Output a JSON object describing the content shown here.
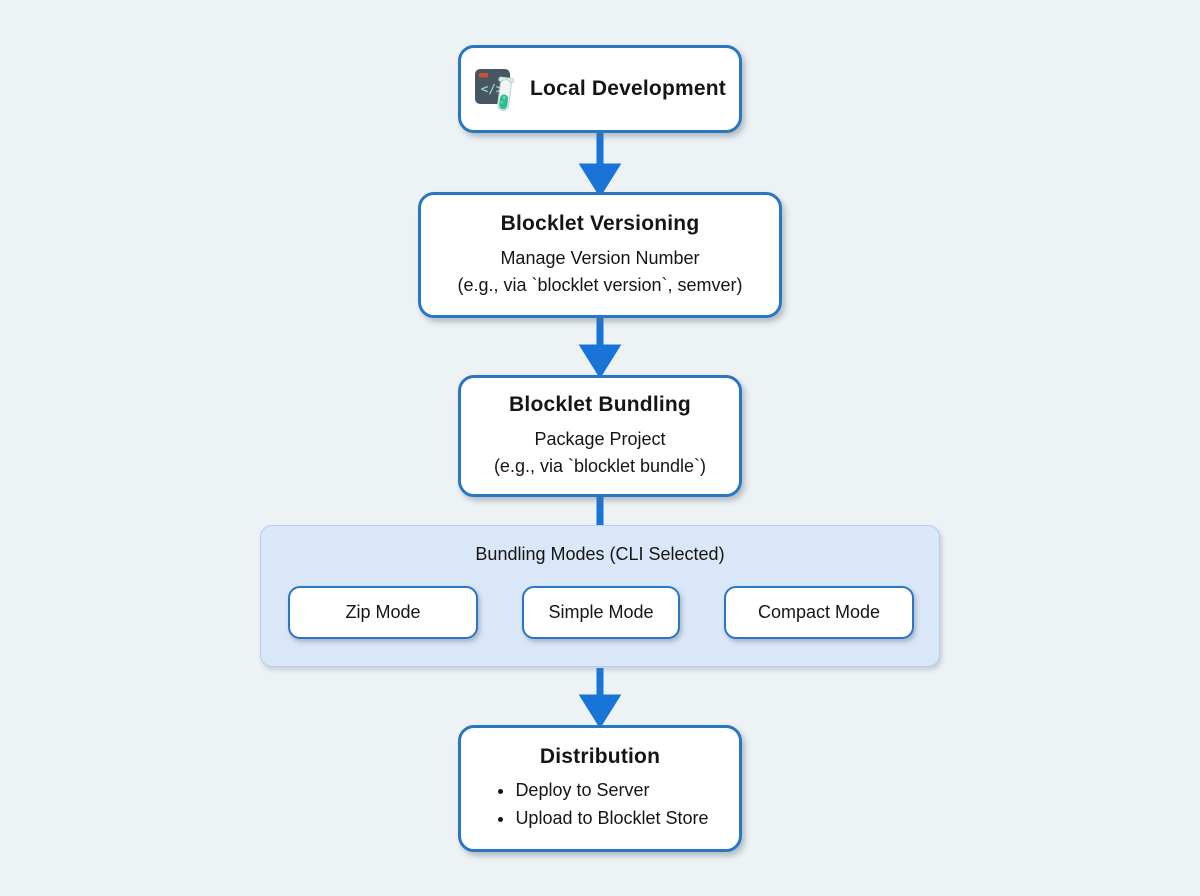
{
  "diagram": {
    "type": "flowchart",
    "direction": "top-to-bottom",
    "colors": {
      "background": "#edf2f5",
      "node_border": "#2b76c2",
      "node_fill": "#ffffff",
      "arrow": "#1874d6",
      "group_fill": "#d9e7f8",
      "group_border": "#b3cfeb",
      "text": "#151515",
      "icon_window": "#47565f",
      "icon_code": "#8fd9cd",
      "icon_tube_liquid": "#2fbe8f"
    },
    "nodes": {
      "local_dev": {
        "title": "Local Development",
        "icon": "code-window-test-tube-icon"
      },
      "versioning": {
        "title": "Blocklet Versioning",
        "lines": [
          "Manage Version Number",
          "(e.g., via `blocklet version`, semver)"
        ]
      },
      "bundling": {
        "title": "Blocklet Bundling",
        "lines": [
          "Package Project",
          "(e.g., via `blocklet bundle`)"
        ]
      },
      "modes_group": {
        "title": "Bundling Modes (CLI Selected)",
        "modes": [
          {
            "label": "Zip Mode"
          },
          {
            "label": "Simple Mode"
          },
          {
            "label": "Compact Mode"
          }
        ]
      },
      "distribution": {
        "title": "Distribution",
        "bullets": [
          "Deploy to Server",
          "Upload to Blocklet Store"
        ]
      }
    },
    "edges": [
      {
        "from": "local_dev",
        "to": "versioning",
        "arrowhead": true
      },
      {
        "from": "versioning",
        "to": "bundling",
        "arrowhead": true
      },
      {
        "from": "bundling",
        "to": "modes_group",
        "arrowhead": false
      },
      {
        "from": "zip_mode",
        "to": "simple_mode",
        "arrowhead": true
      },
      {
        "from": "simple_mode",
        "to": "compact_mode",
        "arrowhead": true
      },
      {
        "from": "modes_group",
        "to": "distribution",
        "arrowhead": true
      }
    ]
  }
}
